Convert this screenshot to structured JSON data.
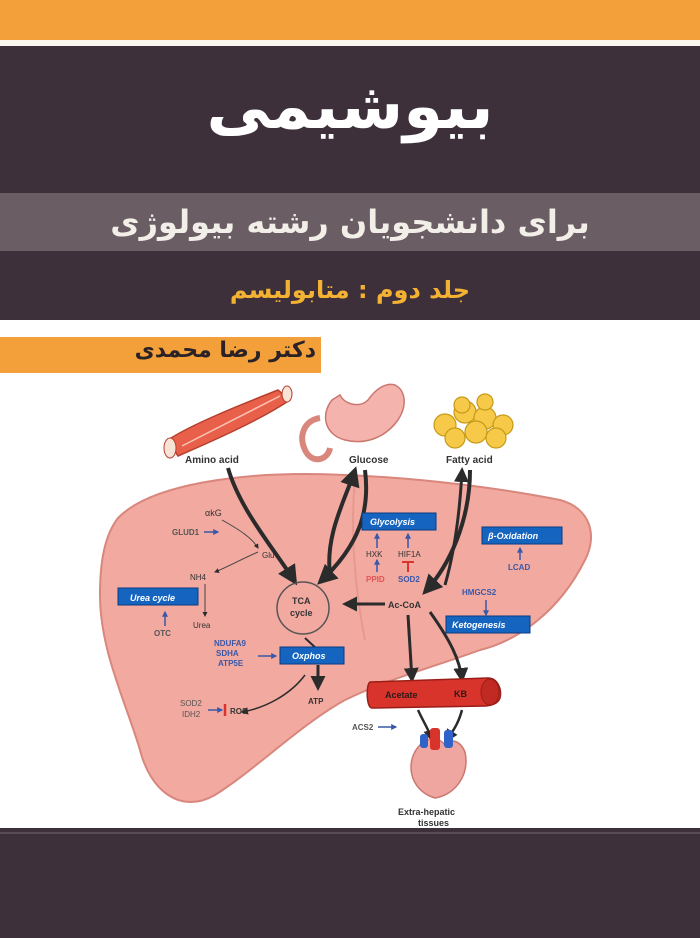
{
  "cover": {
    "title": "بیوشیمی",
    "subtitle": "برای دانشجویان رشته بیولوژی",
    "volume": "جلد دوم : متابولیسم",
    "author": "دکتر رضا محمدی"
  },
  "diagram": {
    "amino_acid": "Amino acid",
    "glucose": "Glucose",
    "fatty_acid": "Fatty acid",
    "akg": "αkG",
    "glud1": "GLUD1",
    "glu": "Glu",
    "nh4": "NH4",
    "urea_cycle": "Urea cycle",
    "otc": "OTC",
    "urea": "Urea",
    "tca1": "TCA",
    "tca2": "cycle",
    "glycolysis": "Glycolysis",
    "hxk": "HXK",
    "hif1a": "HIF1A",
    "ppid": "PPID",
    "sod2_top": "SOD2",
    "b_oxidation": "β-Oxidation",
    "lcad": "LCAD",
    "accoa": "Ac-CoA",
    "hmgcs2": "HMGCS2",
    "ketogenesis": "Ketogenesis",
    "ndufa9": "NDUFA9",
    "sdha": "SDHA",
    "atp5e": "ATP5E",
    "oxphos": "Oxphos",
    "atp": "ATP",
    "sod2": "SOD2",
    "idh2": "IDH2",
    "ros": "ROS",
    "acetate": "Acetate",
    "kb": "KB",
    "acs2": "ACS2",
    "extra1": "Extra-hepatic",
    "extra2": "tissues"
  },
  "colors": {
    "orange": "#f4a03a",
    "plum": "#3e303b",
    "liver": "#f2a9a0",
    "box_blue": "#1565c0",
    "artery_red": "#d8342c"
  }
}
